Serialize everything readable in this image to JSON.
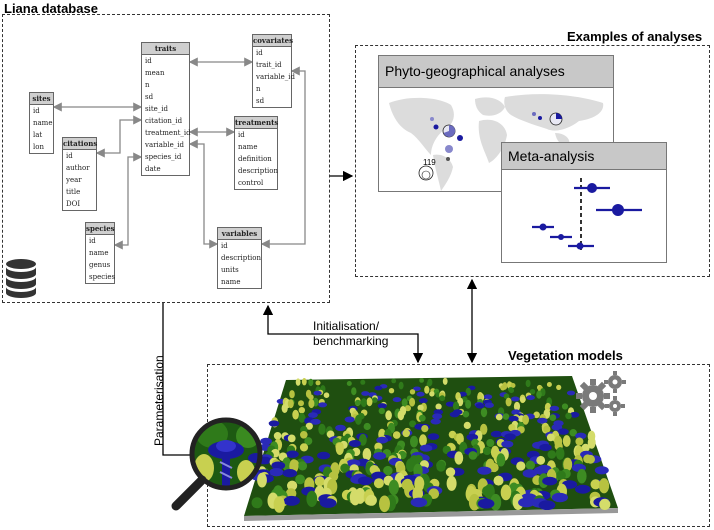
{
  "titles": {
    "liana_database": "Liana database",
    "examples_of_analyses": "Examples of analyses",
    "vegetation_models": "Vegetation models"
  },
  "tables": [
    {
      "key": "sites",
      "name": "sites",
      "fields": [
        "id",
        "name",
        "lat",
        "lon"
      ]
    },
    {
      "key": "citations",
      "name": "citations",
      "fields": [
        "id",
        "author",
        "year",
        "title",
        "DOI"
      ]
    },
    {
      "key": "species",
      "name": "species",
      "fields": [
        "id",
        "name",
        "genus",
        "species"
      ]
    },
    {
      "key": "traits",
      "name": "traits",
      "fields": [
        "id",
        "mean",
        "n",
        "sd",
        "site_id",
        "citation_id",
        "treatment_id",
        "variable_id",
        "species_id",
        "date"
      ]
    },
    {
      "key": "covariates",
      "name": "covariates",
      "fields": [
        "id",
        "trait_id",
        "variable_id",
        "n",
        "sd"
      ]
    },
    {
      "key": "treatments",
      "name": "treatments",
      "fields": [
        "id",
        "name",
        "definition",
        "description",
        "control"
      ]
    },
    {
      "key": "variables",
      "name": "variables",
      "fields": [
        "id",
        "description",
        "units",
        "name"
      ]
    }
  ],
  "panels": {
    "phyto": {
      "title": "Phyto-geographical analyses",
      "count_label": "119"
    },
    "meta": {
      "title": "Meta-analysis"
    }
  },
  "labels": {
    "init_bench": [
      "Initialisation/",
      "benchmarking"
    ],
    "parameterisation": "Parameterisation"
  },
  "icons": [
    "database-icon",
    "gears-icon",
    "magnifier-icon"
  ],
  "colors": {
    "accent_blue": "#1a1aa0",
    "grass_green": "#2f7a1a",
    "crown_yellow": "#c8d050",
    "header_grey": "#c8c8c8"
  }
}
